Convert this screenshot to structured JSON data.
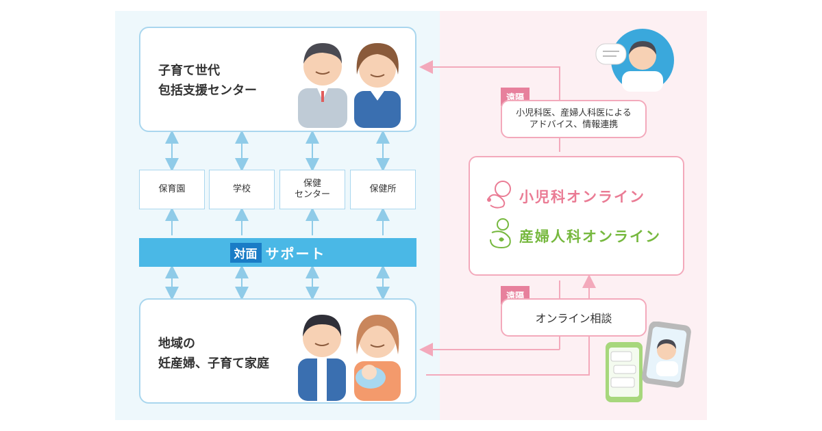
{
  "colors": {
    "left_bg": "#eef8fc",
    "right_bg": "#fdf0f3",
    "blue_accent": "#4ab8e6",
    "pink_accent": "#e7809c",
    "green_accent": "#76b83e"
  },
  "top_box": {
    "title": "子育て世代\n包括支援センター"
  },
  "bottom_box": {
    "title": "地域の\n妊産婦、子育て家庭"
  },
  "orgs": [
    {
      "label": "保育園"
    },
    {
      "label": "学校"
    },
    {
      "label": "保健\nセンター"
    },
    {
      "label": "保健所"
    }
  ],
  "support": {
    "tag": "対面",
    "label": "サポート"
  },
  "remote_tag": "遠隔",
  "advice": {
    "text": "小児科医、産婦人科医による\nアドバイス、情報連携"
  },
  "services": {
    "pediatrics": "小児科オンライン",
    "obstetrics": "産婦人科オンライン"
  },
  "consult": {
    "label": "オンライン相談"
  },
  "icons": [
    "doctor-chat-icon",
    "mother-baby-icon",
    "pregnant-icon",
    "smartphone-chat-icon",
    "smartphone-video-icon"
  ]
}
